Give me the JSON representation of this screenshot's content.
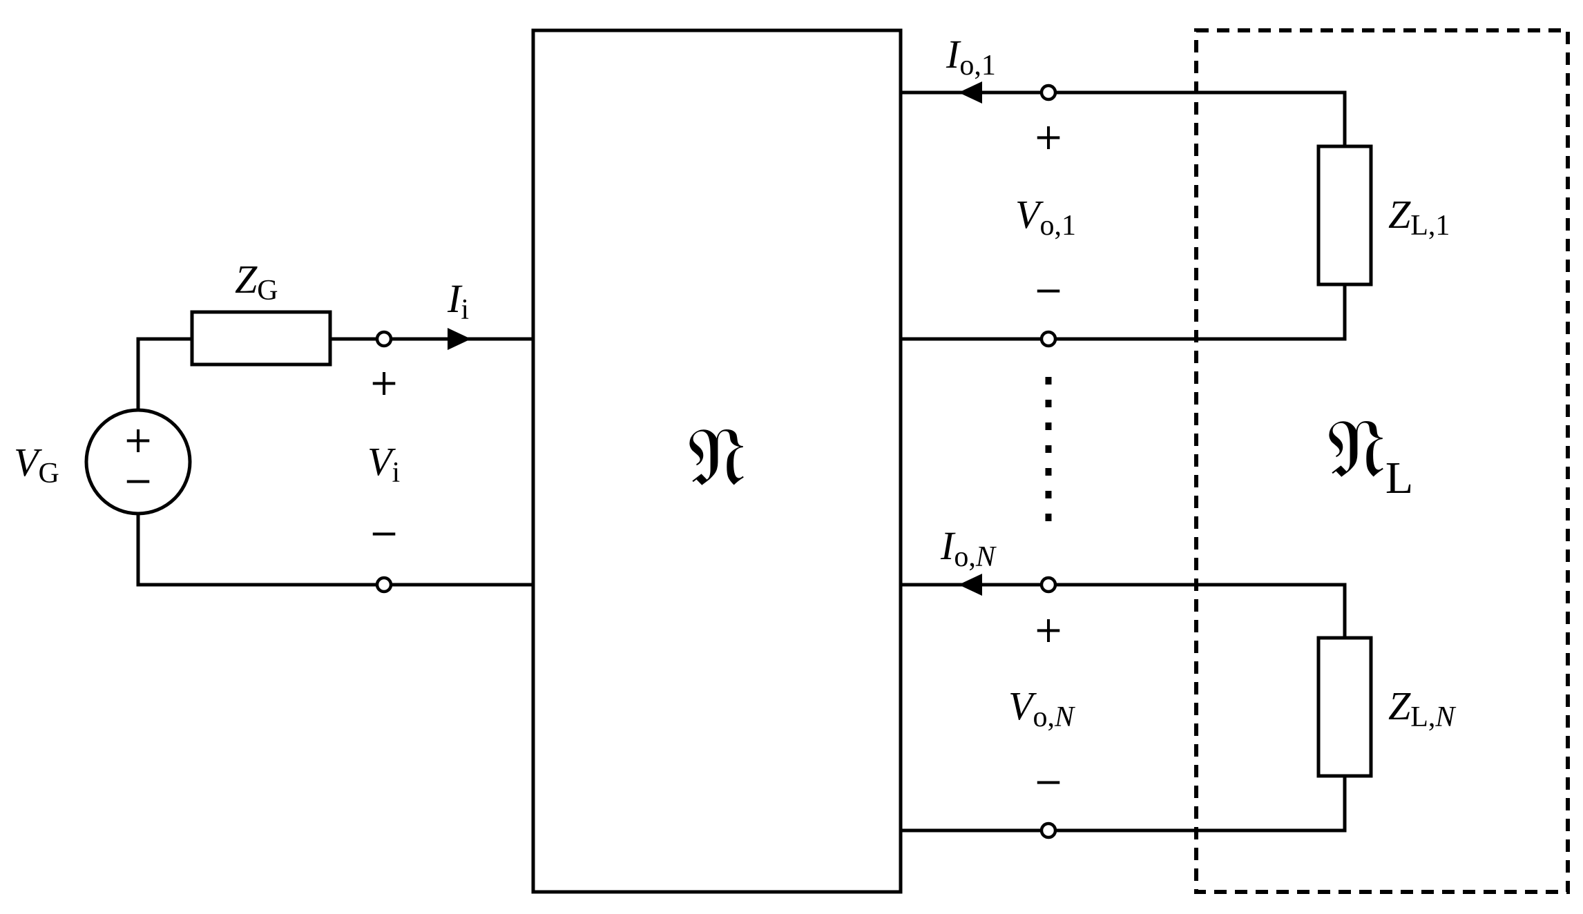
{
  "network": {
    "symbol": "𝔑"
  },
  "load_network": {
    "symbol": "𝔑",
    "subscript": "L"
  },
  "generator": {
    "voltage": {
      "main": "V",
      "sub": "G"
    },
    "impedance": {
      "main": "Z",
      "sub": "G"
    },
    "plus": "+",
    "minus": "−"
  },
  "input_port": {
    "current": {
      "main": "I",
      "sub": "i"
    },
    "voltage": {
      "main": "V",
      "sub": "i"
    },
    "plus": "+",
    "minus": "−"
  },
  "output_port_1": {
    "current": {
      "main": "I",
      "sub": "o,1"
    },
    "voltage": {
      "main": "V",
      "sub": "o,1"
    },
    "load": {
      "main": "Z",
      "sub": "L,1"
    },
    "plus": "+",
    "minus": "−"
  },
  "output_port_n": {
    "current": {
      "main": "I",
      "sub": "o,",
      "sub_index": "N"
    },
    "voltage": {
      "main": "V",
      "sub": "o,",
      "sub_index": "N"
    },
    "load": {
      "main": "Z",
      "sub": "L,",
      "sub_index": "N"
    },
    "plus": "+",
    "minus": "−"
  }
}
